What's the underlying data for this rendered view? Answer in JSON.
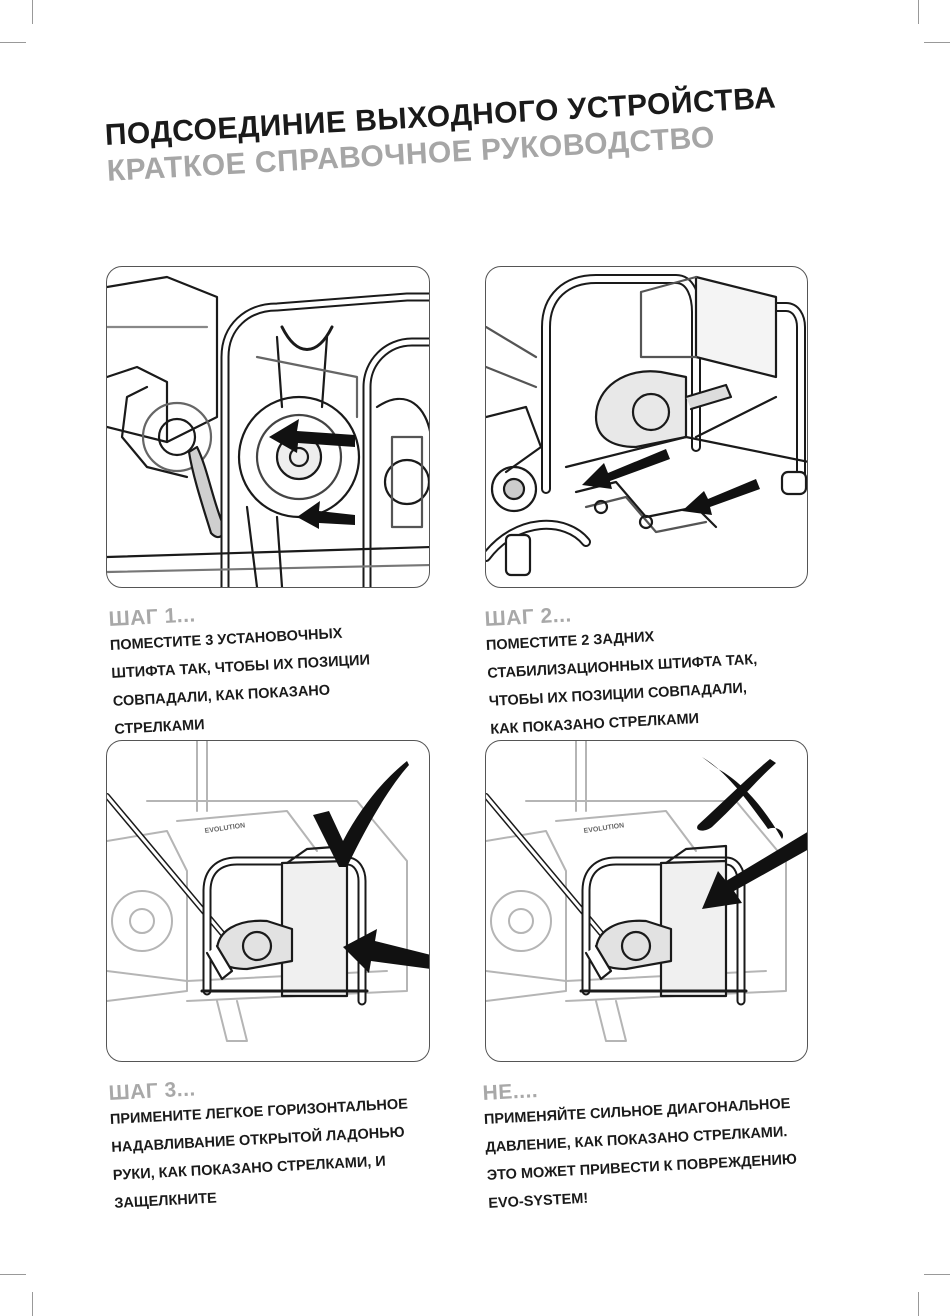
{
  "title": "ПОДСОЕДИНИЕ ВЫХОДНОГО УСТРОЙСТВА",
  "subtitle": "КРАТКОЕ СПРАВОЧНОЕ РУКОВОДСТВО",
  "brand_label": "EVOLUTION",
  "steps": [
    {
      "heading": "ШАГ 1...",
      "lines": [
        "ПОМЕСТИТЕ 3 УСТАНОВОЧНЫХ",
        "ШТИФТА ТАК, ЧТОБЫ ИХ ПОЗИЦИИ",
        "СОВПАДАЛИ, КАК ПОКАЗАНО",
        "СТРЕЛКАМИ"
      ]
    },
    {
      "heading": "ШАГ 2...",
      "lines": [
        "ПОМЕСТИТЕ 2 ЗАДНИХ",
        "СТАБИЛИЗАЦИОННЫХ ШТИФТА ТАК,",
        "ЧТОБЫ ИХ ПОЗИЦИИ СОВПАДАЛИ,",
        "КАК ПОКАЗАНО СТРЕЛКАМИ"
      ]
    },
    {
      "heading": "ШАГ 3...",
      "lines": [
        "ПРИМЕНИТЕ ЛЕГКОЕ ГОРИЗОНТАЛЬНОЕ",
        "НАДАВЛИВАНИЕ ОТКРЫТОЙ ЛАДОНЬЮ",
        "РУКИ, КАК ПОКАЗАНО СТРЕЛКАМИ, И",
        "ЗАЩЕЛКНИТЕ"
      ]
    },
    {
      "heading": "НЕ....",
      "lines": [
        "ПРИМЕНЯЙТЕ СИЛЬНОЕ ДИАГОНАЛЬНОЕ",
        "ДАВЛЕНИЕ, КАК ПОКАЗАНО СТРЕЛКАМИ.",
        "ЭТО МОЖЕТ ПРИВЕСТИ К ПОВРЕЖДЕНИЮ",
        "EVO-SYSTEM!"
      ]
    }
  ],
  "icons": {
    "correct": "checkmark-icon",
    "incorrect": "cross-icon"
  }
}
